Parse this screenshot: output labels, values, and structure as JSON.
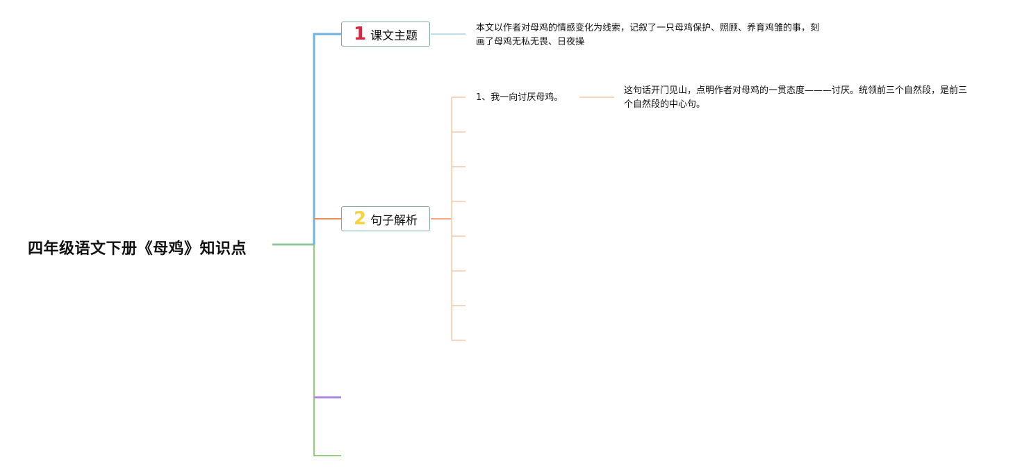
{
  "root": {
    "title": "四年级语文下册《母鸡》知识点"
  },
  "branches": [
    {
      "number": "1",
      "label": "课文主题",
      "number_color": "#d7263d",
      "line_color": "#7db9e8"
    },
    {
      "number": "2",
      "label": "句子解析",
      "number_color": "#f5d33f",
      "line_color": "#f0a070"
    }
  ],
  "theme_note": "本文以作者对母鸡的情感变化为线索，记叙了一只母鸡保护、照顾、养育鸡雏的事，刻画了母鸡无私无畏、日夜操",
  "sentence_1": {
    "label": "1、我一向讨厌母鸡。",
    "note": "这句话开门见山，点明作者对母鸡的一贯态度———讨厌。统领前三个自然段，是前三个自然段的中心句。"
  },
  "colors": {
    "root_line": "#8fc79a",
    "branch1_line": "#6fb3e0",
    "branch2_line": "#ef8a52",
    "branch2_light": "#f6c9a8",
    "branch3_line": "#a98ad8",
    "branch4_line": "#8fd07e",
    "trunk_green": "#8fc97d"
  }
}
